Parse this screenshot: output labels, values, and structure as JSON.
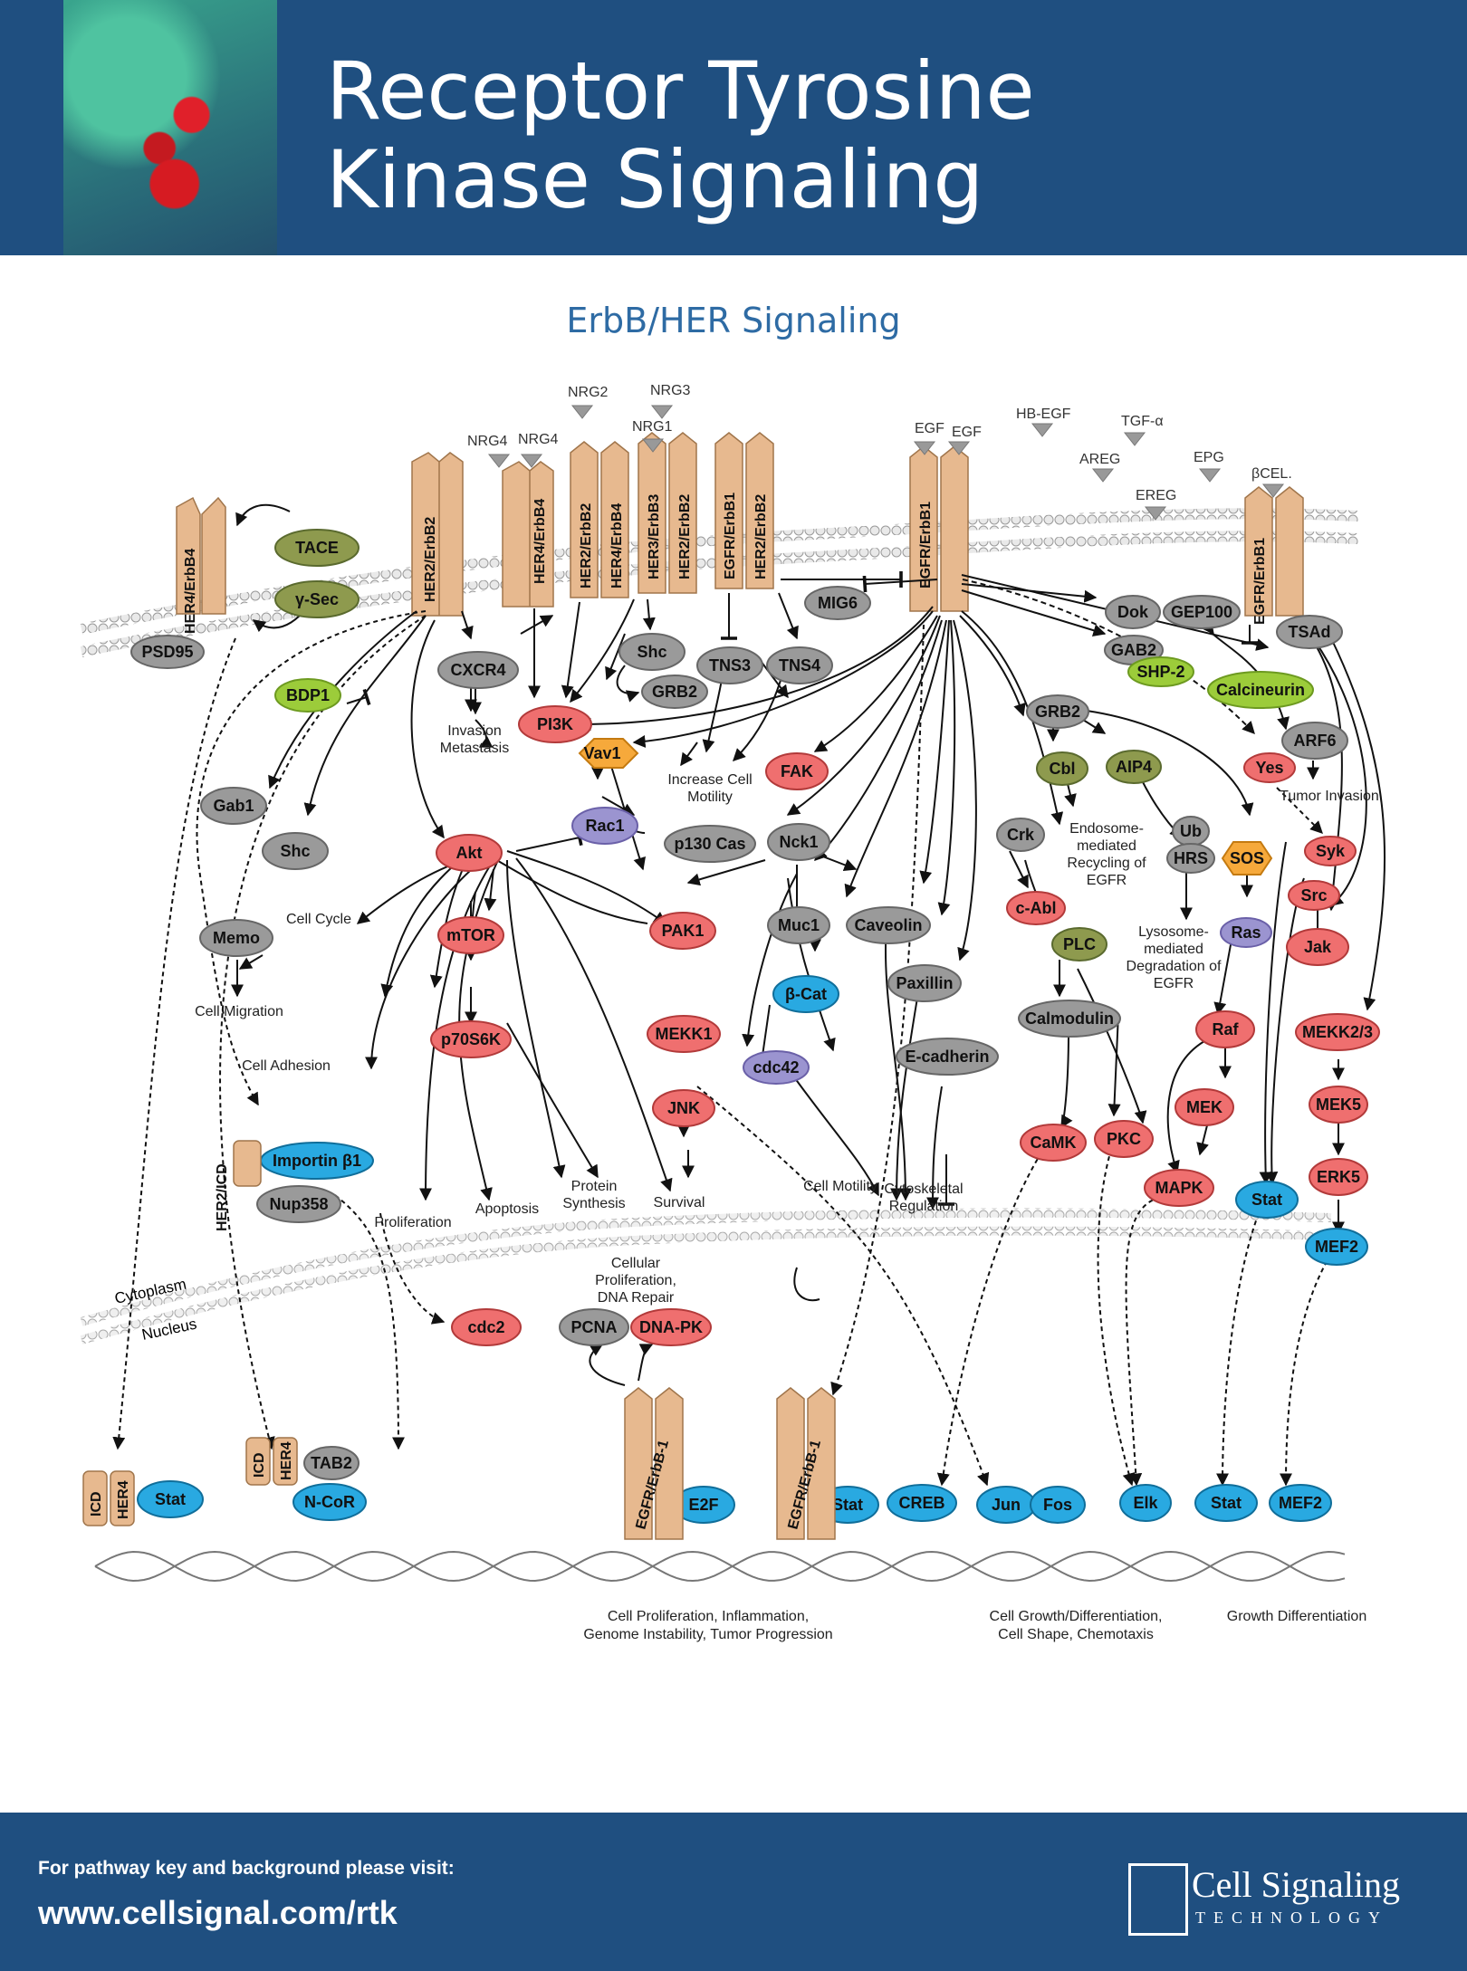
{
  "header": {
    "title_line1": "Receptor Tyrosine",
    "title_line2": "Kinase Signaling"
  },
  "subtitle": "ErbB/HER Signaling",
  "footer": {
    "note": "For pathway key and background please visit:",
    "url": "www.cellsignal.com/rtk",
    "logo_name": "Cell Signaling",
    "logo_tech": "TECHNOLOGY"
  },
  "colors": {
    "header_bg": "#1f4f80",
    "title_blue": "#2e6ba4",
    "red": "#ef6f6f",
    "blue": "#29a9e1",
    "gray": "#9a9a9a",
    "olive": "#8e9a4e",
    "lime": "#9ccc3a",
    "purple": "#9b94d0",
    "orange": "#f6a93b",
    "receptor": "#e7b98f"
  },
  "receptors": [
    {
      "id": "r-her4-erbb4",
      "label": "HER4/ErbB4"
    },
    {
      "id": "r-her2-erbb2",
      "label": "HER2/ErbB2"
    },
    {
      "id": "r-her4-erbb4b",
      "label": "HER4/ErbB4"
    },
    {
      "id": "r-her2-her4",
      "label": "HER2/ErbB2 HER4/ErbB4"
    },
    {
      "id": "r-her3-her2",
      "label": "HER3/ErbB3 HER2/ErbB2"
    },
    {
      "id": "r-egfr-her2",
      "label": "EGFR/ErbB1 HER2/ErbB2"
    },
    {
      "id": "r-egfr",
      "label": "EGFR/ErbB1"
    },
    {
      "id": "r-egfr2",
      "label": "EGFR/ErbB1"
    }
  ],
  "ligands": [
    "NRG4",
    "NRG4",
    "NRG2",
    "NRG3",
    "NRG1",
    "EGF",
    "EGF",
    "HB-EGF",
    "TGF-α",
    "AREG",
    "EPG",
    "EREG",
    "βCEL."
  ],
  "nodes": {
    "TACE": "TACE",
    "gSec": "γ-Sec",
    "PSD95": "PSD95",
    "BDP1": "BDP1",
    "CXCR4": "CXCR4",
    "PI3K": "PI3K",
    "Shc1": "Shc",
    "GRB2a": "GRB2",
    "TNS3": "TNS3",
    "TNS4": "TNS4",
    "MIG6": "MIG6",
    "Dok": "Dok",
    "GEP100": "GEP100",
    "TSAd": "TSAd",
    "GAB2": "GAB2",
    "SHP2": "SHP-2",
    "Calcineurin": "Calcineurin",
    "Gab1": "Gab1",
    "Shc2": "Shc",
    "Memo": "Memo",
    "Akt": "Akt",
    "Vav1": "Vav1",
    "Rac1": "Rac1",
    "FAK": "FAK",
    "p130": "p130 Cas",
    "Nck1": "Nck1",
    "GRB2b": "GRB2",
    "Cbl": "Cbl",
    "AIP4": "AIP4",
    "ARF6": "ARF6",
    "Yes": "Yes",
    "Syk": "Syk",
    "Src": "Src",
    "Crk": "Crk",
    "cAbl": "c-Abl",
    "Ub": "Ub",
    "HRS": "HRS",
    "SOS": "SOS",
    "Ras": "Ras",
    "PLC": "PLC",
    "Jak": "Jak",
    "mTOR": "mTOR",
    "PAK1": "PAK1",
    "Muc1": "Muc1",
    "Caveolin": "Caveolin",
    "bCat": "β-Cat",
    "Paxillin": "Paxillin",
    "p70S6K": "p70S6K",
    "MEKK1": "MEKK1",
    "cdc42": "cdc42",
    "Ecad": "E-cadherin",
    "Calmodulin": "Calmodulin",
    "Raf": "Raf",
    "MEKK23": "MEKK2/3",
    "JNK": "JNK",
    "MEK": "MEK",
    "MEK5": "MEK5",
    "CaMK": "CaMK",
    "PKC": "PKC",
    "ERK5": "ERK5",
    "MAPK": "MAPK",
    "Stat1": "Stat",
    "MEF2a": "MEF2",
    "Importin": "Importin β1",
    "Nup358": "Nup358",
    "cdc2": "cdc2",
    "PCNA": "PCNA",
    "DNAPK": "DNA-PK",
    "Stat2": "Stat",
    "TAB2": "TAB2",
    "NCoR": "N-CoR",
    "E2F": "E2F",
    "Stat3": "Stat",
    "CREB": "CREB",
    "Jun": "Jun",
    "Fos": "Fos",
    "Elk": "Elk",
    "Stat4": "Stat",
    "MEF2b": "MEF2",
    "ICD1": "ICD",
    "HER4a": "HER4",
    "ICD2": "ICD",
    "HER4b": "HER4",
    "HER2ICD": "HER2/ICD",
    "nEGFR1": "EGFR/ErbB-1",
    "nEGFR2": "EGFR/ErbB-1"
  },
  "labels": {
    "invasion": "Invasion Metastasis",
    "increase": "Increase Cell Motility",
    "tumor": "Tumor Invasion",
    "endosome": "Endosome- mediated Recycling of EGFR",
    "lysosome": "Lysosome- mediated Degradation of EGFR",
    "cellcycle": "Cell Cycle",
    "cellmig": "Cell Migration",
    "celladh": "Cell Adhesion",
    "prolif": "Proliferation",
    "apop": "Apoptosis",
    "protein": "Protein Synthesis",
    "survival": "Survival",
    "motility": "Cell Motility",
    "cytoskel": "Cytoskeletal Regulation",
    "cytoplasm": "Cytoplasm",
    "nucleus": "Nucleus",
    "prolifrepair": "Cellular Proliferation, DNA Repair",
    "out1a": "Cell Proliferation, Inflammation,",
    "out1b": "Genome Instability, Tumor Progression",
    "out2a": "Cell Growth/Differentiation,",
    "out2b": "Cell Shape, Chemotaxis",
    "out3": "Growth Differentiation"
  }
}
